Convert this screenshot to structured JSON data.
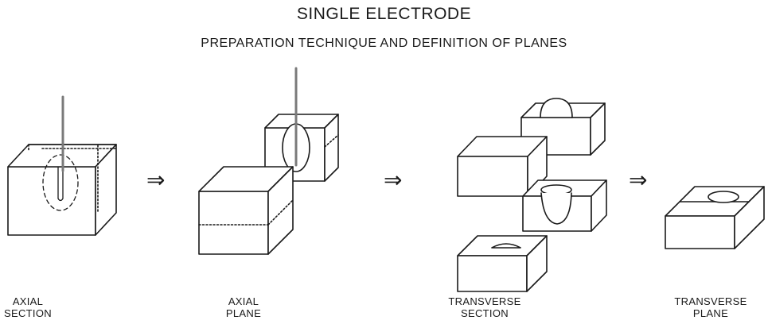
{
  "title": "SINGLE ELECTRODE",
  "subtitle": "PREPARATION TECHNIQUE AND DEFINITION OF PLANES",
  "arrow_glyph": "⇒",
  "stages": [
    {
      "line1": "AXIAL",
      "line2": "SECTION"
    },
    {
      "line1": "AXIAL",
      "line2": "PLANE"
    },
    {
      "line1": "TRANSVERSE",
      "line2": "SECTION"
    },
    {
      "line1": "TRANSVERSE",
      "line2": "PLANE"
    }
  ],
  "colors": {
    "stroke": "#1a1a1a",
    "background": "#ffffff",
    "electrode": "#7a7a7a"
  }
}
